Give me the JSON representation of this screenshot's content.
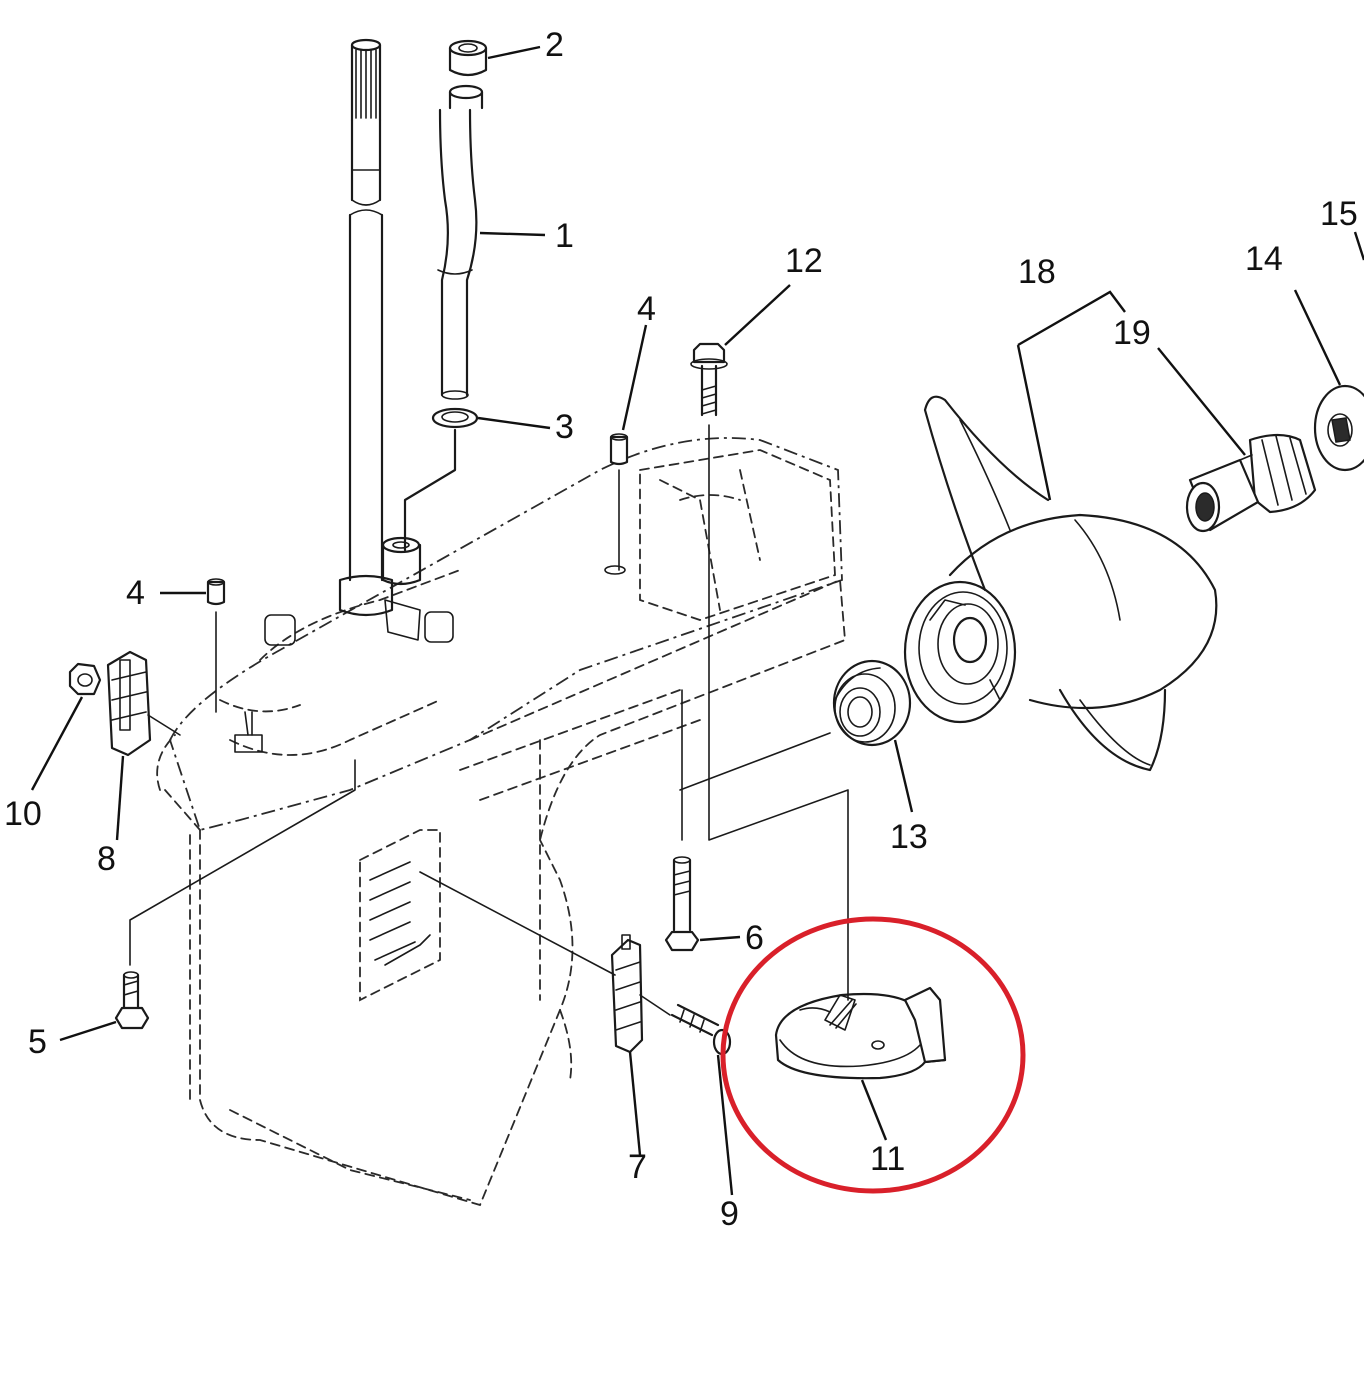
{
  "diagram": {
    "callouts": [
      "1",
      "2",
      "3",
      "4",
      "4",
      "5",
      "6",
      "7",
      "8",
      "9",
      "10",
      "11",
      "12",
      "13",
      "14",
      "15",
      "18",
      "19"
    ],
    "highlight_color": "#d9202a",
    "line_color": "#1a1a1a"
  }
}
